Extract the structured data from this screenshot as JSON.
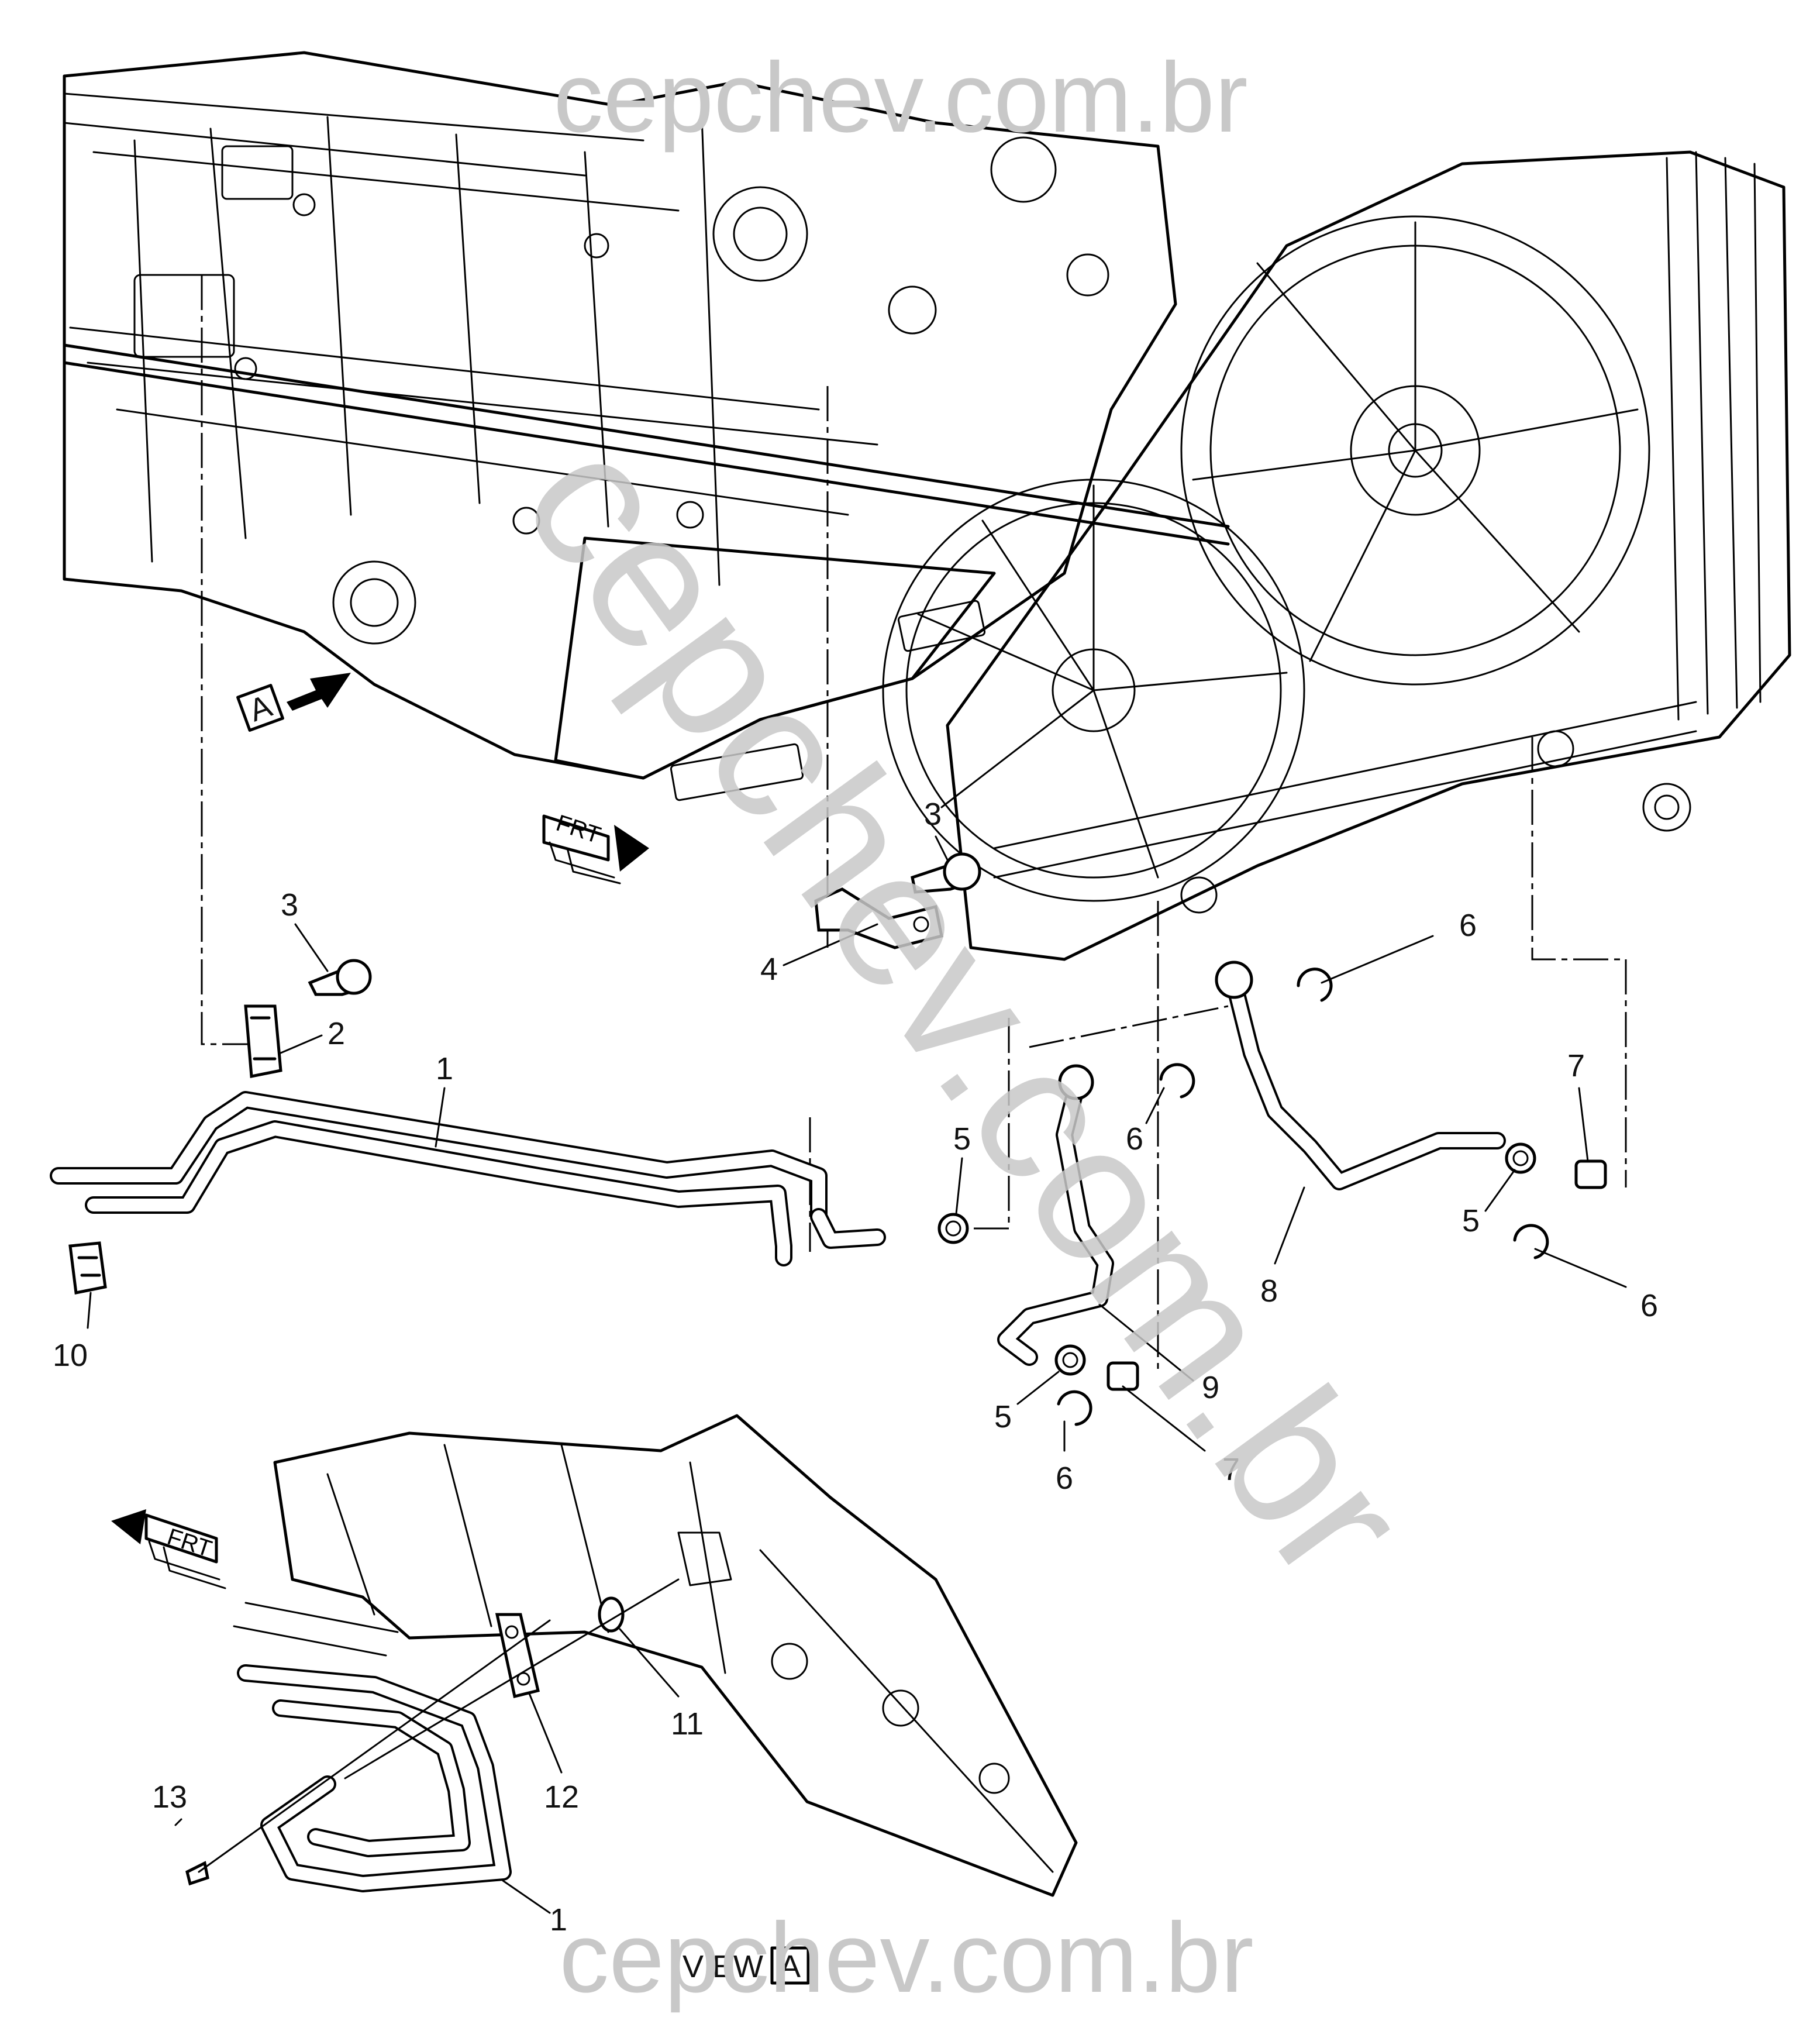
{
  "diagram": {
    "watermarks": {
      "top": "cepchev.com.br",
      "diagonal": "cepchev.com.br",
      "bottom": "cepchev.com.br"
    },
    "view_marker": {
      "letter": "A"
    },
    "front_marker": {
      "label": "FRT"
    },
    "view_caption": {
      "text": "VIEW",
      "letter": "A"
    },
    "callouts": [
      {
        "id": "c1-main",
        "label": "1"
      },
      {
        "id": "c2",
        "label": "2"
      },
      {
        "id": "c3-left",
        "label": "3"
      },
      {
        "id": "c3-right",
        "label": "3"
      },
      {
        "id": "c4",
        "label": "4"
      },
      {
        "id": "c5-a",
        "label": "5"
      },
      {
        "id": "c5-b",
        "label": "5"
      },
      {
        "id": "c5-c",
        "label": "5"
      },
      {
        "id": "c6-a",
        "label": "6"
      },
      {
        "id": "c6-b",
        "label": "6"
      },
      {
        "id": "c6-c",
        "label": "6"
      },
      {
        "id": "c6-d",
        "label": "6"
      },
      {
        "id": "c7-a",
        "label": "7"
      },
      {
        "id": "c7-b",
        "label": "7"
      },
      {
        "id": "c8",
        "label": "8"
      },
      {
        "id": "c9",
        "label": "9"
      },
      {
        "id": "c10",
        "label": "10"
      },
      {
        "id": "c11",
        "label": "11"
      },
      {
        "id": "c12",
        "label": "12"
      },
      {
        "id": "c13",
        "label": "13"
      },
      {
        "id": "c1-view",
        "label": "1"
      }
    ]
  }
}
